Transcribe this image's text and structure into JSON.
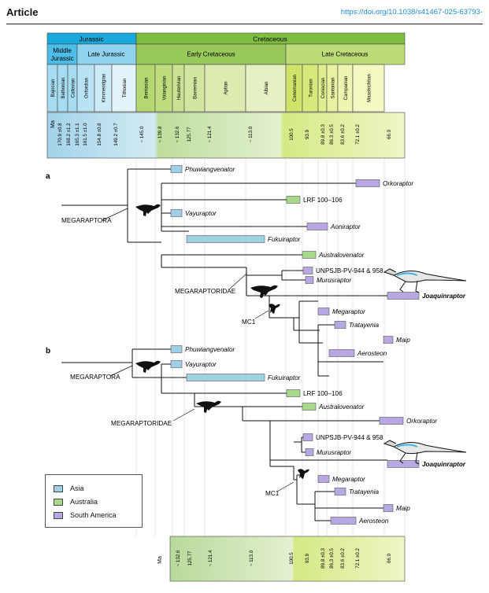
{
  "header": {
    "section": "Article",
    "doi": "https://doi.org/10.1038/s41467-025-63793-"
  },
  "colors": {
    "asia": "#9fd0e6",
    "australia": "#a9d98a",
    "south_america": "#b7a7e3",
    "line": "#111111"
  },
  "timescale_top": {
    "periods": [
      "Jurassic",
      "Cretaceous"
    ],
    "epochs": [
      "Middle Jurassic",
      "Late Jurassic",
      "Early Cretaceous",
      "Late Cretaceous"
    ],
    "stages": [
      "Bajocian",
      "Bathonian",
      "Callovian",
      "Oxfordian",
      "Kimmeridgian",
      "Tithonian",
      "Berriasian",
      "Valanginian",
      "Hauterivian",
      "Barremian",
      "Aptian",
      "Albian",
      "Cenomanian",
      "Turonian",
      "Coniacian",
      "Santonian",
      "Campanian",
      "Maastrichtian"
    ],
    "unit_label": "Ma",
    "ages": [
      "170.9 ±0.8",
      "168.2 ±1.2",
      "165.3 ±1.1",
      "161.5 ±1.0",
      "154.8 ±0.8",
      "149.2 ±0.7",
      "~ 145.0",
      "~ 139.8",
      "~ 132.6",
      "125.77",
      "~ 121.4",
      "~ 113.0",
      "100.5",
      "93.9",
      "89.8 ±0.3",
      "86.3 ±0.5",
      "83.6 ±0.2",
      "72.1 ±0.2",
      "66.0"
    ]
  },
  "timescale_bottom": {
    "unit_label": "Ma",
    "ages": [
      "~ 132.6",
      "125.77",
      "~ 121.4",
      "~ 113.0",
      "100.5",
      "93.9",
      "89.8 ±0.3",
      "86.3 ±0.5",
      "83.6 ±0.2",
      "72.1 ±0.2",
      "66.0"
    ]
  },
  "tree_a": {
    "panel_label": "a",
    "clade_labels": [
      "MEGARAPTORA",
      "MEGARAPTORIDAE",
      "MC1"
    ],
    "taxa": [
      "Phuwiangvenator",
      "Orkoraptor",
      "LRF 100–106",
      "Vayuraptor",
      "Aoniraptor",
      "Fukuiraptor",
      "Australovenator",
      "UNPSJB-PV-944 & 958",
      "Murusraptor",
      "Joaquinraptor",
      "Megaraptor",
      "Tratayenia",
      "Maip",
      "Aerosteon"
    ]
  },
  "tree_b": {
    "panel_label": "b",
    "clade_labels": [
      "MEGARAPTORA",
      "MEGARAPTORIDAE",
      "MC1"
    ],
    "taxa": [
      "Phuwiangvenator",
      "Vayuraptor",
      "Fukuiraptor",
      "LRF 100–106",
      "Australovenator",
      "Orkoraptor",
      "UNPSJB-PV-944 & 958",
      "Murusraptor",
      "Joaquinraptor",
      "Megaraptor",
      "Tratayenia",
      "Maip",
      "Aerosteon"
    ]
  },
  "legend": {
    "items": [
      "Asia",
      "Australia",
      "South America"
    ]
  }
}
